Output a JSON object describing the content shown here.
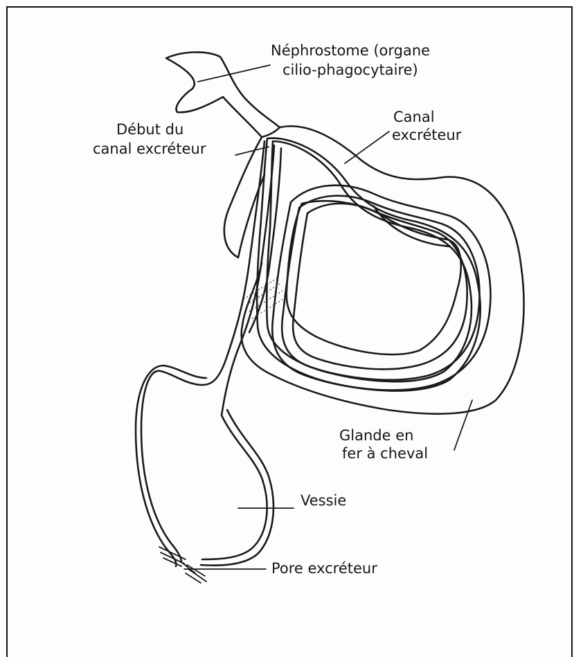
{
  "labels": {
    "nephrostome_line1": "Néphrostome (organe",
    "nephrostome_line2": "cilio-phagocytaire)",
    "debut_line1": "Début du",
    "debut_line2": "canal excréteur",
    "canal_line1": "Canal",
    "canal_line2": "excréteur",
    "glande_line1": "Glande en",
    "glande_line2": "fer à cheval",
    "vessie": "Vessie",
    "pore": "Pore excréteur"
  },
  "colors": {
    "ink": "#1a1a1a",
    "paper": "#fdfdfd",
    "frame": "#111111"
  }
}
